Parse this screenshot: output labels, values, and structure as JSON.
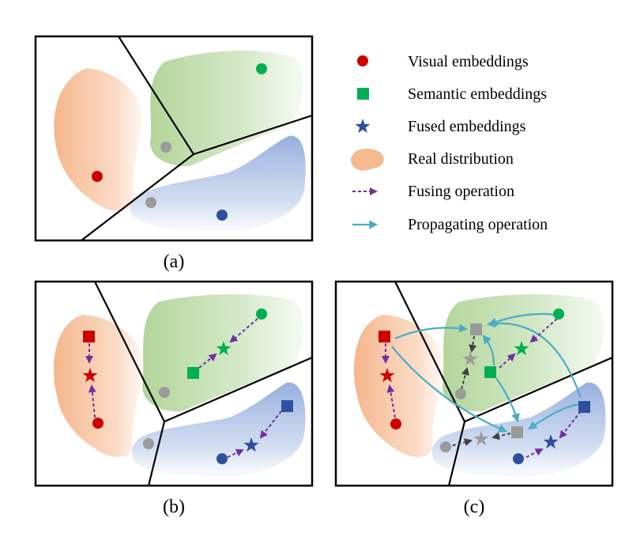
{
  "legend": {
    "items": [
      {
        "label": "Visual embeddings",
        "icon": "red-circle-icon"
      },
      {
        "label": "Semantic embeddings",
        "icon": "green-square-icon"
      },
      {
        "label": "Fused embeddings",
        "icon": "blue-star-icon"
      },
      {
        "label": "Real distribution",
        "icon": "orange-blob-icon"
      },
      {
        "label": "Fusing operation",
        "icon": "purple-dashed-arrow-icon"
      },
      {
        "label": "Propagating operation",
        "icon": "blue-solid-arrow-icon"
      }
    ]
  },
  "panels": {
    "a": {
      "caption": "(a)"
    },
    "b": {
      "caption": "(b)"
    },
    "c": {
      "caption": "(c)"
    }
  },
  "colors": {
    "visual": "#cc0000",
    "semantic": "#00b050",
    "fused": "#2f4f9f",
    "gray": "#9a9a9a",
    "fusing_arrow": "#7030a0",
    "propagating_arrow": "#4bacc6",
    "orange_region": "#f4b183",
    "green_region": "#a9d18e",
    "blue_region": "#8faadc"
  }
}
